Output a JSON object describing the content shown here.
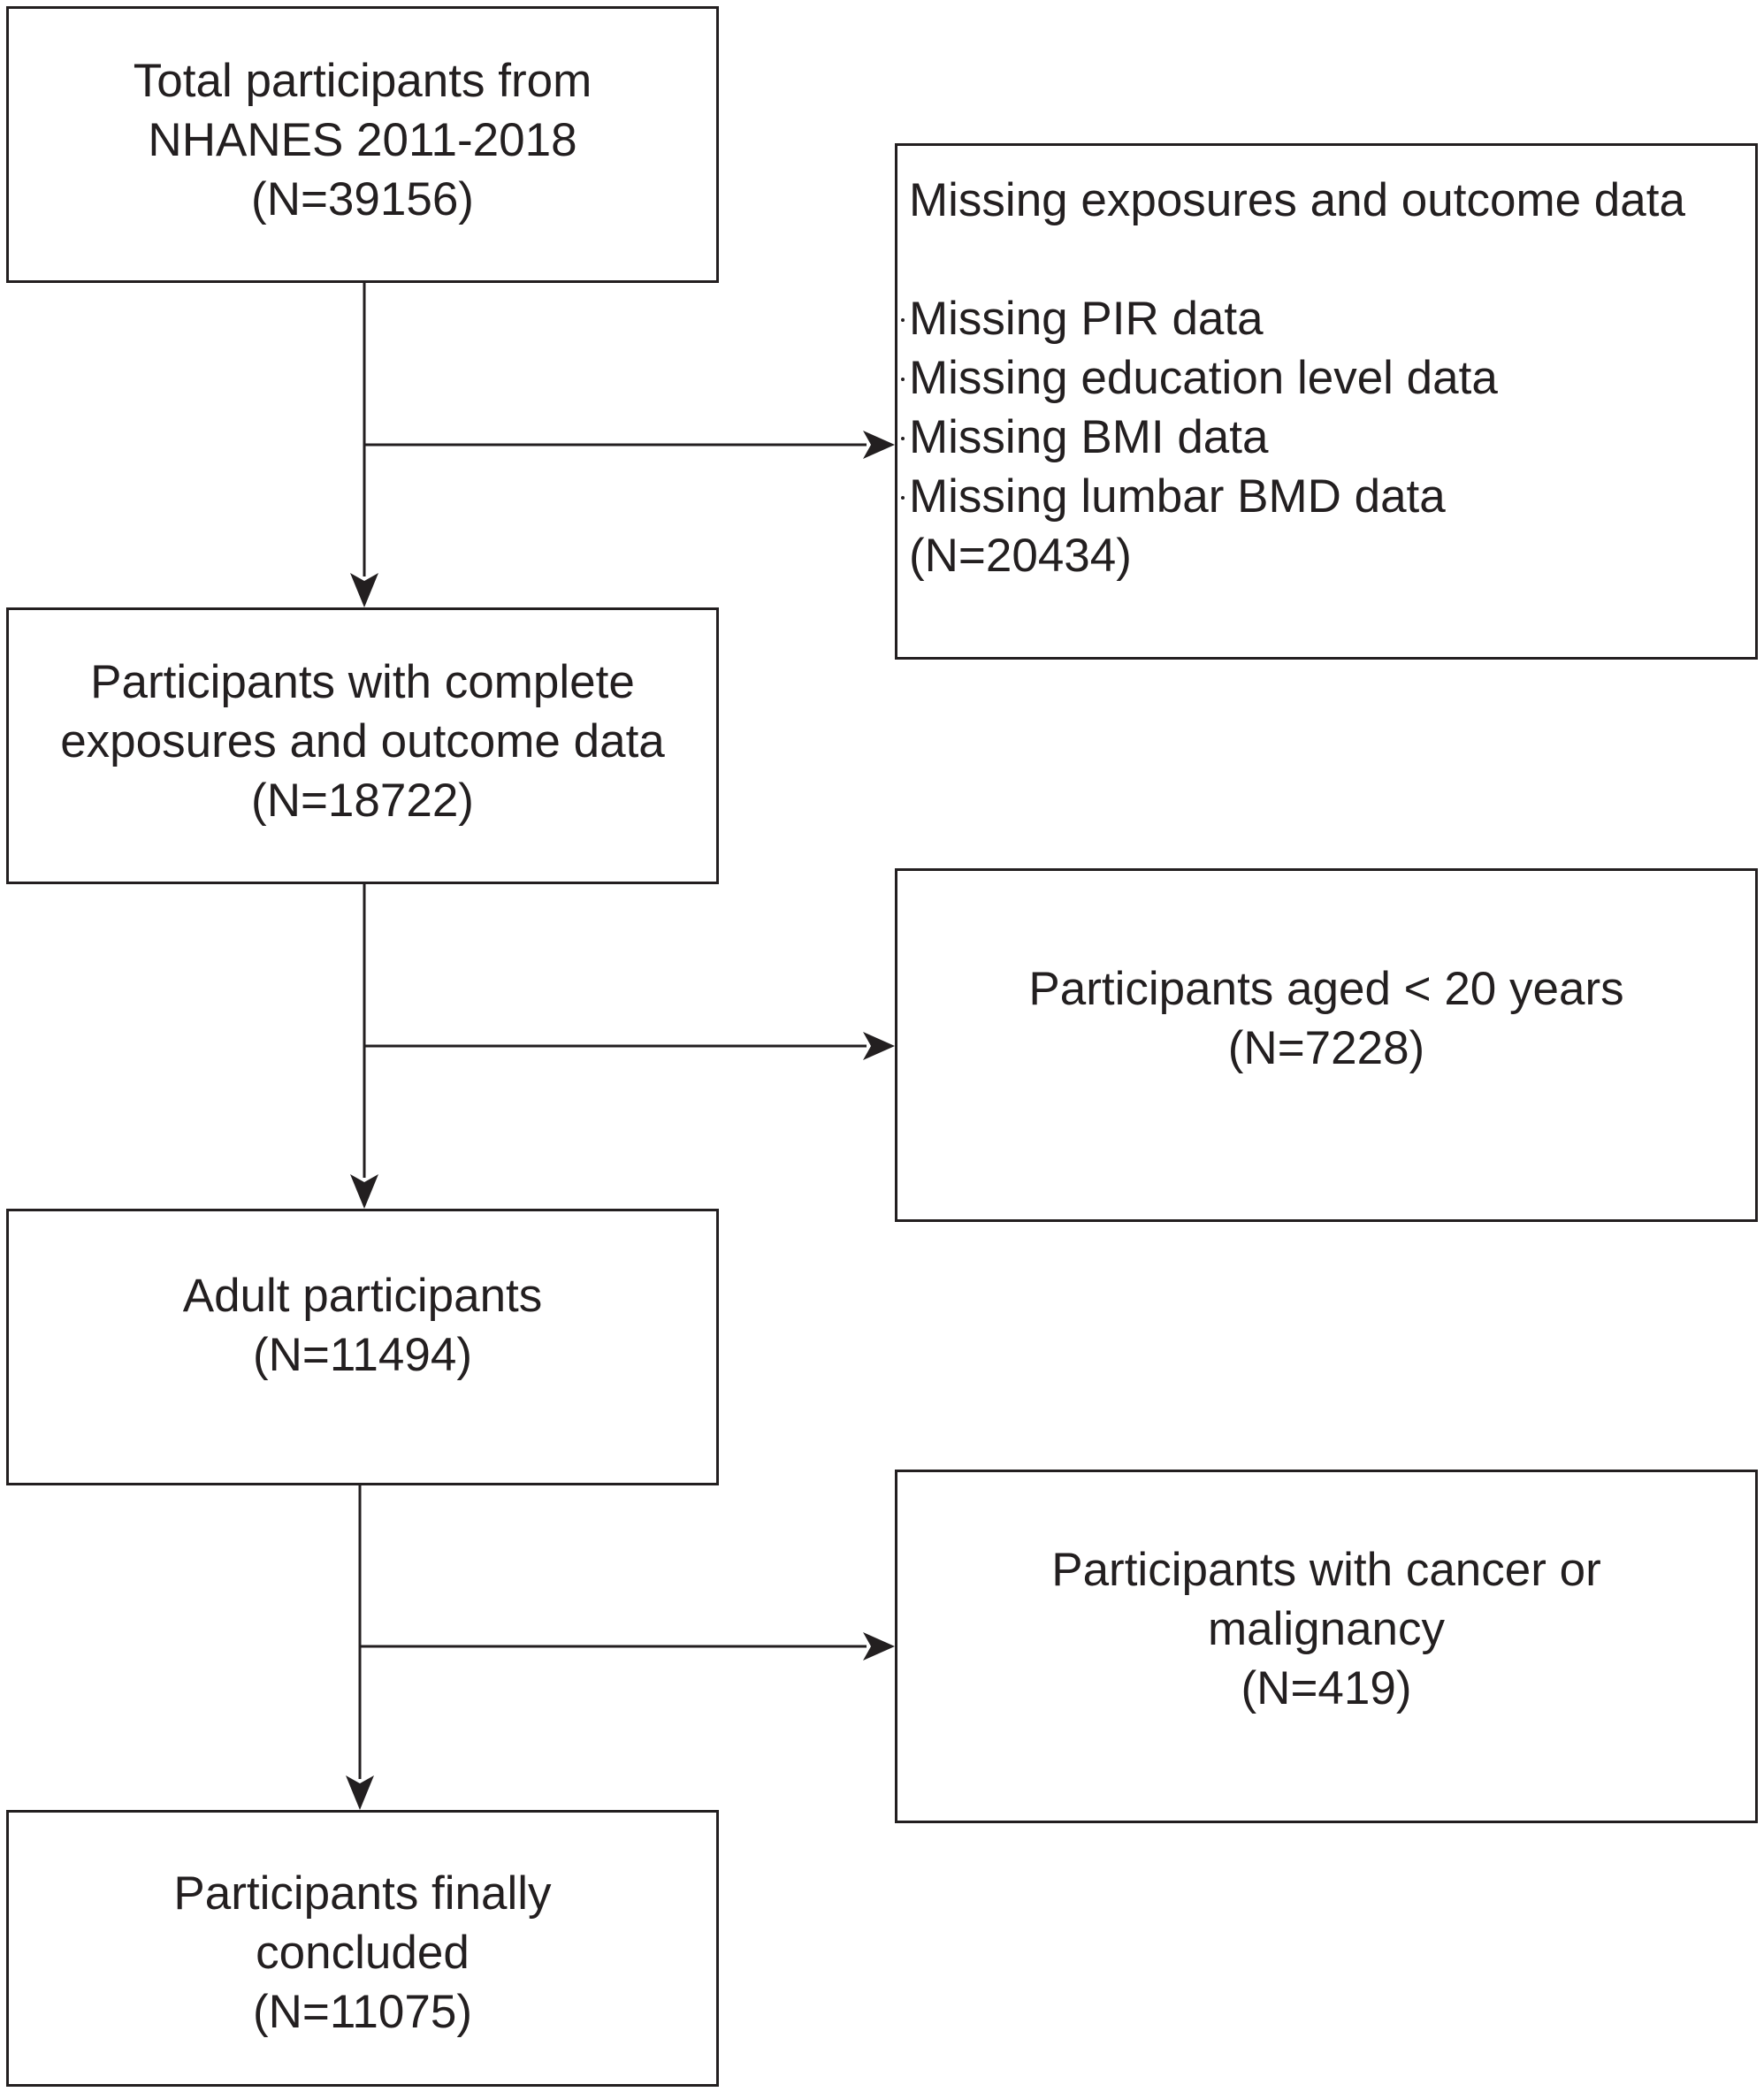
{
  "flowchart": {
    "main_steps": [
      {
        "lines": [
          "Total participants from",
          "NHANES 2011-2018",
          "(N=39156)"
        ]
      },
      {
        "lines": [
          "Participants with complete",
          "exposures and outcome data",
          "(N=18722)"
        ]
      },
      {
        "lines": [
          "Adult participants",
          "(N=11494)"
        ]
      },
      {
        "lines": [
          "Participants finally",
          "concluded",
          "(N=11075)"
        ]
      }
    ],
    "exclusions": [
      {
        "heading": "Missing exposures and outcome data",
        "items": [
          "Missing PIR data",
          "Missing education level data",
          "Missing BMI data",
          "Missing lumbar BMD data"
        ],
        "count": "(N=20434)"
      },
      {
        "lines": [
          "Participants aged < 20 years",
          "(N=7228)"
        ]
      },
      {
        "lines": [
          "Participants with cancer or",
          "malignancy",
          "(N=419)"
        ]
      }
    ]
  },
  "colors": {
    "line": "#231f20",
    "background": "#ffffff"
  }
}
